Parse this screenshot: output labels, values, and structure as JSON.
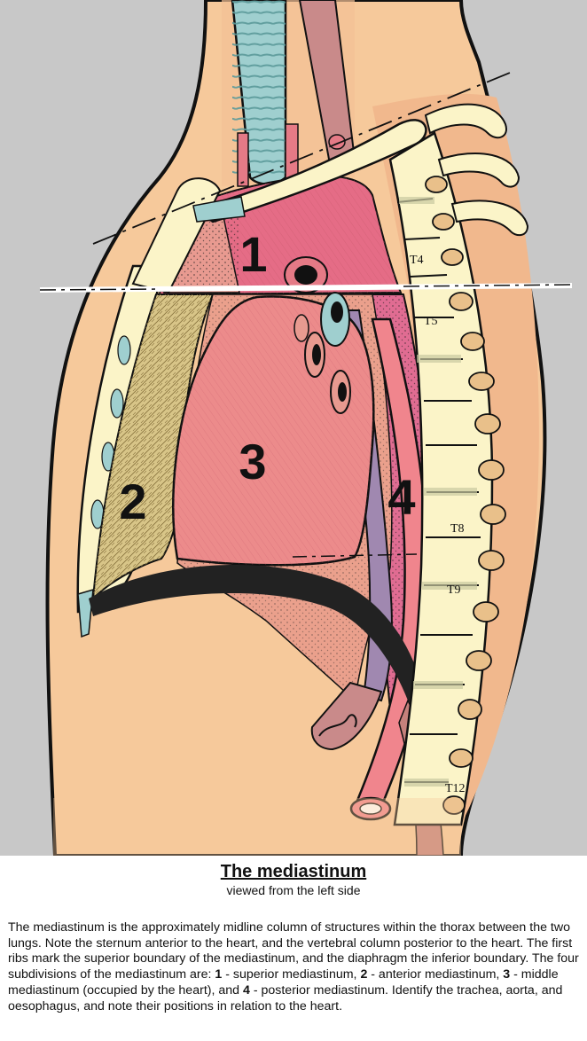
{
  "figure": {
    "title": "The mediastinum",
    "subtitle": "viewed from the left side",
    "region_labels": {
      "superior": "1",
      "anterior": "2",
      "middle": "3",
      "posterior": "4"
    },
    "vertebra_labels": [
      "T4",
      "T5",
      "T8",
      "T9",
      "T12"
    ]
  },
  "description": {
    "segments": [
      {
        "text": "The mediastinum is the approximately midline column of structures within the thorax between the two lungs. Note the sternum anterior to the heart, and the vertebral column posterior to the heart. The first ribs mark the superior boundary of the mediastinum, and the diaphragm the inferior boundary. The four subdivisions of the mediastinum are: ",
        "bold": false
      },
      {
        "text": "1",
        "bold": true
      },
      {
        "text": " - superior mediastinum, ",
        "bold": false
      },
      {
        "text": "2",
        "bold": true
      },
      {
        "text": " - anterior mediastinum, ",
        "bold": false
      },
      {
        "text": "3",
        "bold": true
      },
      {
        "text": " - middle mediastinum (occupied by the heart), and ",
        "bold": false
      },
      {
        "text": "4",
        "bold": true
      },
      {
        "text": " - posterior mediastinum. Identify the trachea, aorta, and oesophagus, and note their positions in relation to the heart.",
        "bold": false
      }
    ]
  },
  "colors": {
    "background": "#c8c8c8",
    "body_skin": "#f6c99b",
    "bone": "#fbf4c8",
    "trachea": "#9fcfcf",
    "heart": "#ec8b8b",
    "superior_mediastinum": "#e56c86",
    "anterior_mediastinum": "#d8c588",
    "posterior_mediastinum": "#e06c92",
    "oesophagus": "#a088b0"
  }
}
